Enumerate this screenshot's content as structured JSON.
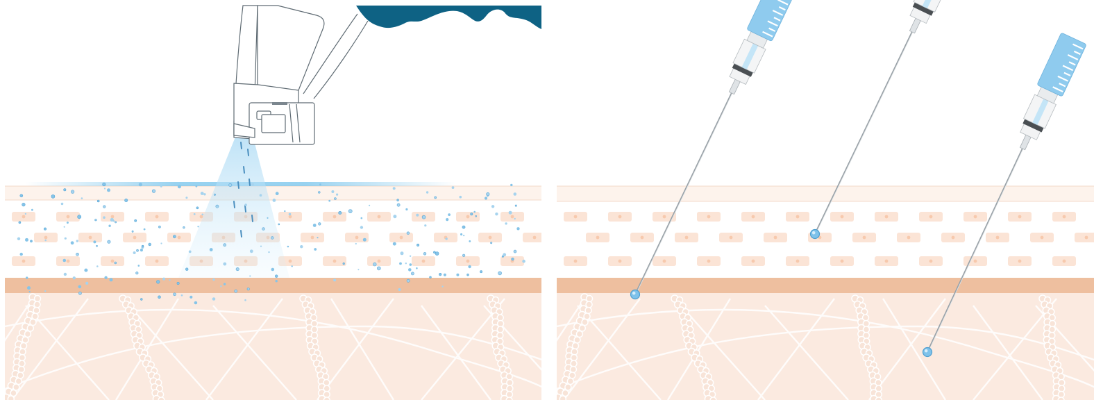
{
  "figure": {
    "left_panel": {
      "device": "needle-free-jet-injector",
      "delivery": "spray-dispersion",
      "droplet_layers": [
        "epidermis",
        "dermis"
      ]
    },
    "right_panel": {
      "device": "needle-syringe",
      "syringe_count": 3,
      "injection_depths": [
        "dermis-superficial",
        "dermis-deep",
        "subcutaneous"
      ]
    }
  },
  "skin_layers": [
    "stratum-corneum",
    "epidermis",
    "dermis",
    "basal-band",
    "subcutaneous"
  ],
  "colors": {
    "skin_base": "#fbeae0",
    "stratum": "#fdf3ec",
    "cell_fill": "#fbe4d6",
    "cell_nucleus": "#f7c9ad",
    "basal_band": "#eebf9f",
    "drop_blue": "#7fc2ea",
    "drop_outline": "#5aa8d8",
    "syringe_fluid": "#8fcbee",
    "device_dark": "#0e6284",
    "needle": "#9aa2a8"
  },
  "icons": [
    "injector-icon",
    "syringe-icon",
    "droplet-icon",
    "cell-icon"
  ]
}
